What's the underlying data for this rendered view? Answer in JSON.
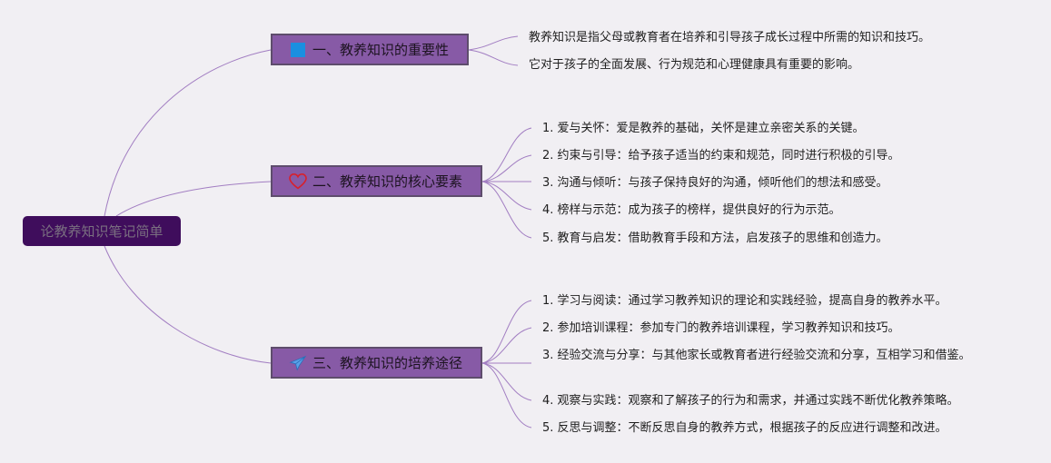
{
  "root": {
    "title": "论教养知识笔记简单"
  },
  "branches": [
    {
      "title": "一、教养知识的重要性",
      "icon": "blue-square-icon",
      "items": [
        "教养知识是指父母或教育者在培养和引导孩子成长过程中所需的知识和技巧。",
        "它对于孩子的全面发展、行为规范和心理健康具有重要的影响。"
      ]
    },
    {
      "title": "二、教养知识的核心要素",
      "icon": "heart-icon",
      "items": [
        "1. 爱与关怀：爱是教养的基础，关怀是建立亲密关系的关键。",
        "2. 约束与引导：给予孩子适当的约束和规范，同时进行积极的引导。",
        "3. 沟通与倾听：与孩子保持良好的沟通，倾听他们的想法和感受。",
        "4. 榜样与示范：成为孩子的榜样，提供良好的行为示范。",
        "5. 教育与启发：借助教育手段和方法，启发孩子的思维和创造力。"
      ]
    },
    {
      "title": "三、教养知识的培养途径",
      "icon": "paper-plane-icon",
      "items": [
        "1. 学习与阅读：通过学习教养知识的理论和实践经验，提高自身的教养水平。",
        "2. 参加培训课程：参加专门的教养培训课程，学习教养知识和技巧。",
        "3. 经验交流与分享：与其他家长或教育者进行经验交流和分享，互相学习和借鉴。",
        "4. 观察与实践：观察和了解孩子的行为和需求，并通过实践不断优化教养策略。",
        "5. 反思与调整：不断反思自身的教养方式，根据孩子的反应进行调整和改进。"
      ]
    }
  ],
  "colors": {
    "background": "#f1eff3",
    "root_fill": "#3f0d5c",
    "branch_fill": "#875aa6",
    "connector": "#a27ec2"
  }
}
